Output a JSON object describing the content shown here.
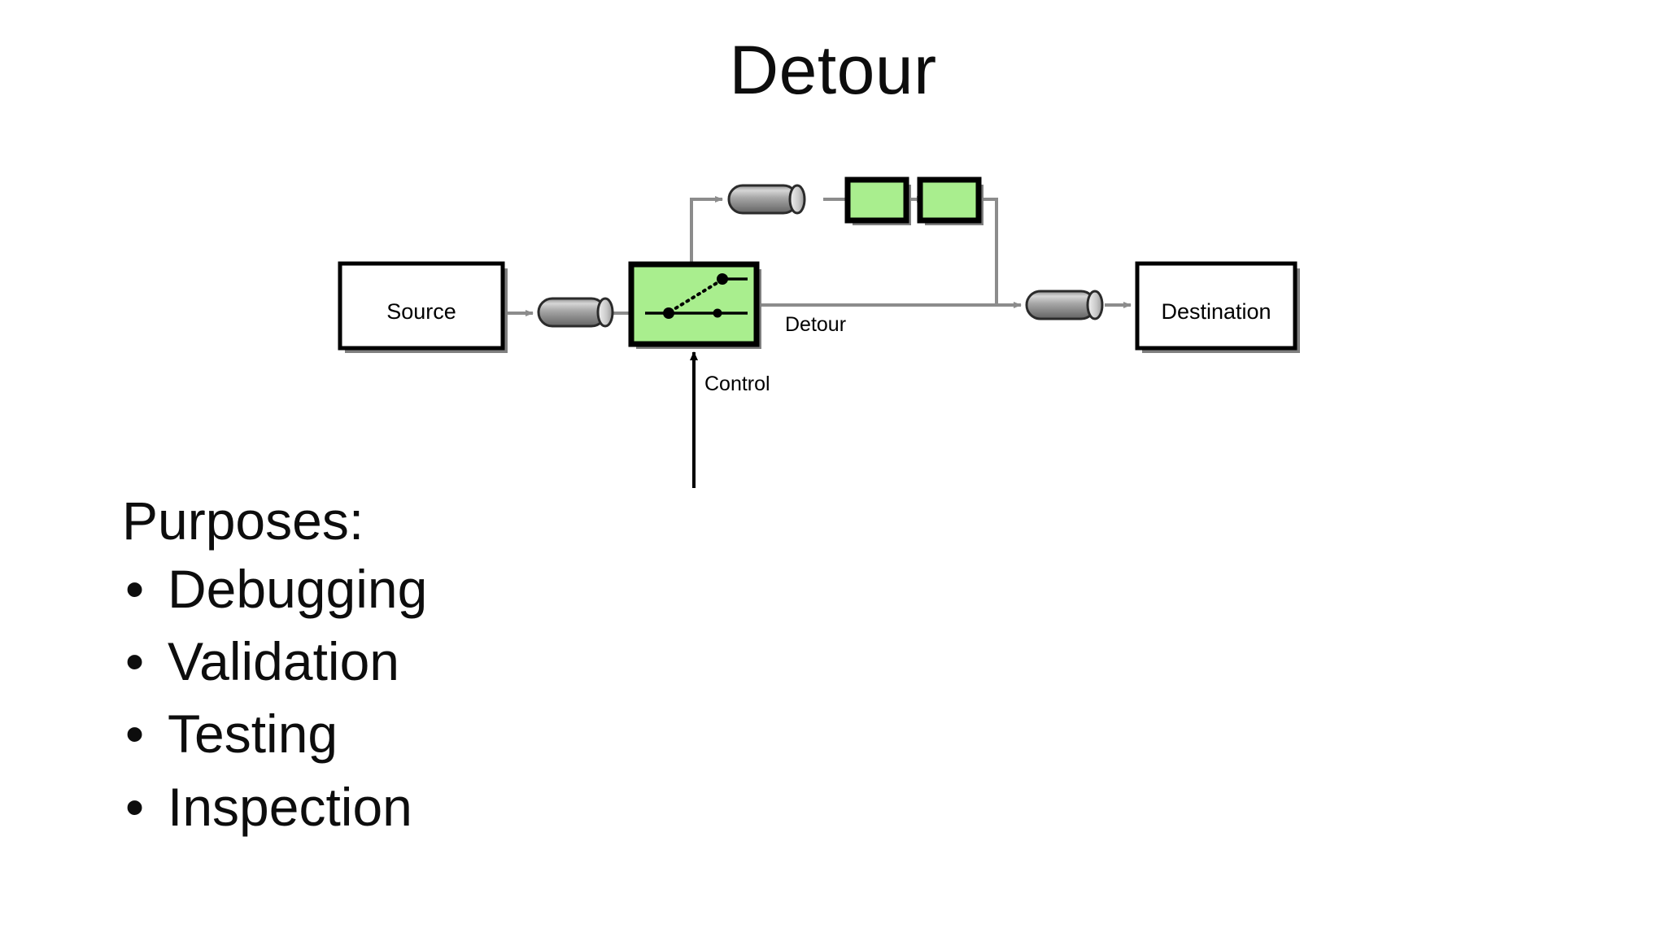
{
  "slide": {
    "title": "Detour",
    "background_color": "#ffffff",
    "text_color": "#0d0d0d"
  },
  "diagram": {
    "type": "block-diagram",
    "blocks": [
      {
        "id": "source",
        "label": "Source",
        "fill": "#ffffff",
        "shape": "rect"
      },
      {
        "id": "switch",
        "label": "",
        "fill": "#a9ee8e",
        "shape": "switch-block"
      },
      {
        "id": "detour-1",
        "label": "",
        "fill": "#a9ee8e",
        "shape": "rect"
      },
      {
        "id": "detour-2",
        "label": "",
        "fill": "#a9ee8e",
        "shape": "rect"
      },
      {
        "id": "control",
        "label": "",
        "fill": "#bceafb",
        "shape": "rect"
      },
      {
        "id": "destination",
        "label": "Destination",
        "fill": "#ffffff",
        "shape": "rect"
      }
    ],
    "pipes": [
      {
        "id": "pipe-source-switch",
        "fill": "#9a9a9a"
      },
      {
        "id": "pipe-detour-top",
        "fill": "#9a9a9a"
      },
      {
        "id": "pipe-destination-input",
        "fill": "#9a9a9a"
      }
    ],
    "edge_labels": {
      "detour": "Detour",
      "control": "Control"
    },
    "colors": {
      "signal_line": "#8c8c8c",
      "control_line": "#000000",
      "block_border": "#000000",
      "green_fill": "#a9ee8e",
      "blue_fill": "#bceafb",
      "pipe_light": "#d9d9d9",
      "pipe_dark": "#6e6e6e"
    }
  },
  "content": {
    "heading": "Purposes:",
    "bullet_glyph": "•",
    "items": [
      {
        "label": "Debugging"
      },
      {
        "label": "Validation"
      },
      {
        "label": "Testing"
      },
      {
        "label": "Inspection"
      }
    ]
  }
}
